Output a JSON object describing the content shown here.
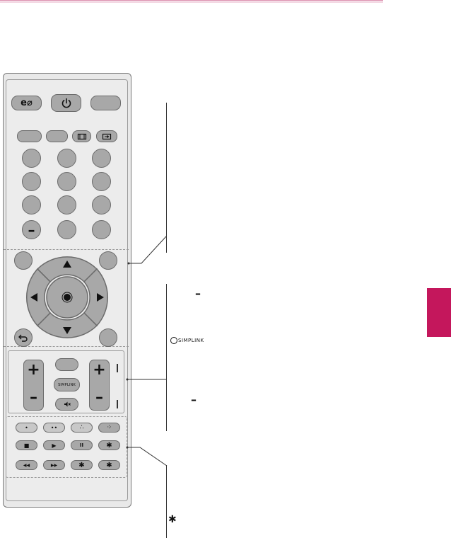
{
  "remote": {
    "energy_label": "e⌀",
    "power_icon": "power-icon",
    "minus_key": "–",
    "simplink_label": "SIMPLINK",
    "color_keys": [
      "•",
      "••",
      "∴",
      "⁘"
    ],
    "play_row": [
      "■",
      "▶",
      "II",
      "✱"
    ],
    "seek_row": [
      "◀◀",
      "▶▶",
      "✱",
      "✱"
    ]
  },
  "legend": {
    "minus_label": "–",
    "simplink_label": "SIMPLINK",
    "minus_label_2": "–",
    "star_label": "✱"
  },
  "colors": {
    "accent": "#c4175c",
    "button": "#a8a8a8",
    "body": "#e9e9e9"
  }
}
